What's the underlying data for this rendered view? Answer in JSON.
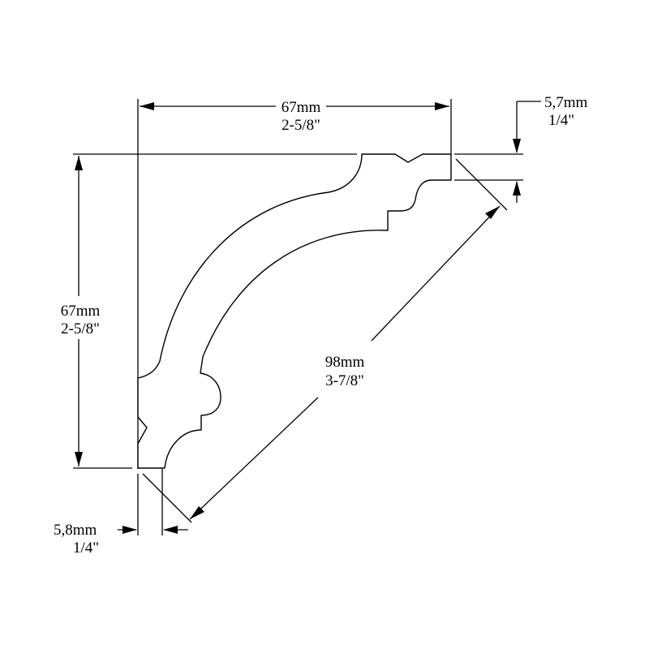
{
  "dimensions": {
    "top_width": {
      "metric": "67mm",
      "imperial": "2-5/8\""
    },
    "left_height": {
      "metric": "67mm",
      "imperial": "2-5/8\""
    },
    "diagonal": {
      "metric": "98mm",
      "imperial": "3-7/8\""
    },
    "right_thickness": {
      "metric": "5,7mm",
      "imperial": "1/4\""
    },
    "bottom_thickness": {
      "metric": "5,8mm",
      "imperial": "1/4\""
    }
  },
  "colors": {
    "line": "#000000",
    "background": "#ffffff"
  }
}
